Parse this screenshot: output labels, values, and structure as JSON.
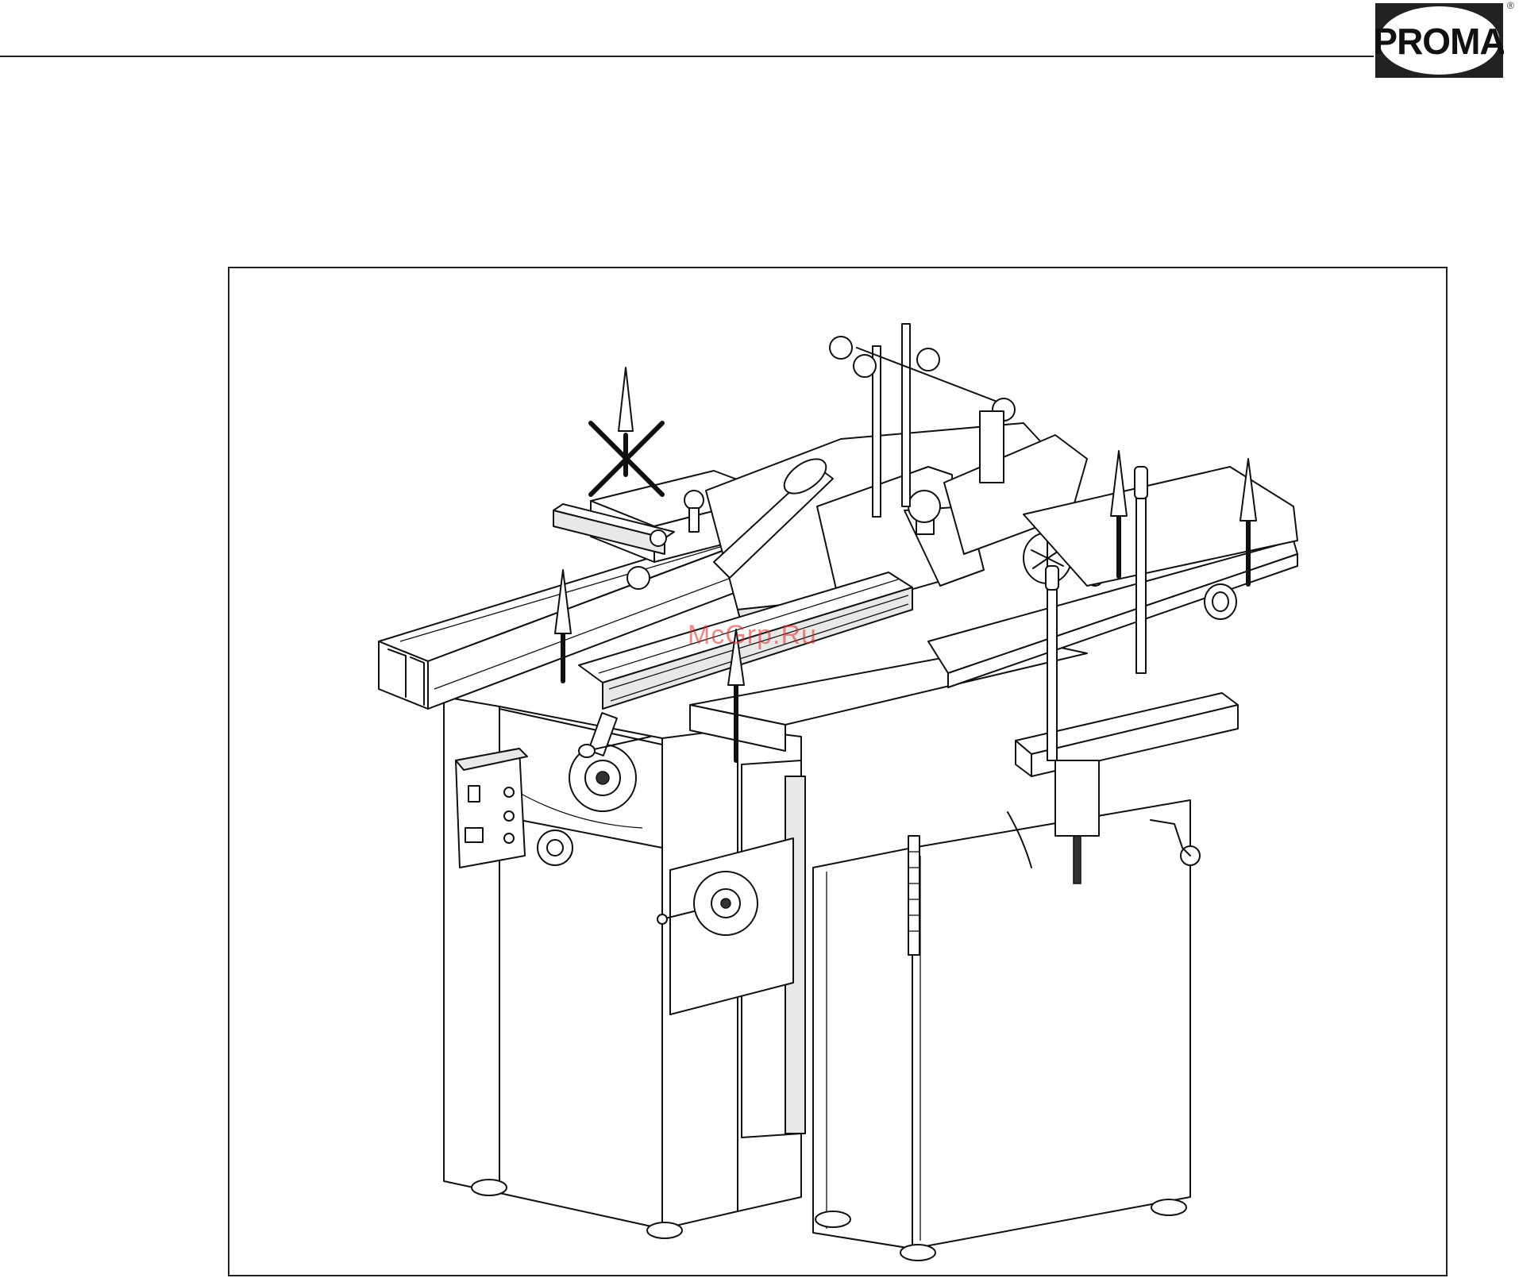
{
  "brand": {
    "logo_text": "PROMA",
    "registered_mark": "®"
  },
  "watermark": "McGrp.Ru",
  "figure": {
    "subject": "combination-woodworking-machine",
    "lift_arrows": [
      {
        "id": "arrow-crossed",
        "allowed": false
      },
      {
        "id": "arrow-left-table",
        "allowed": true
      },
      {
        "id": "arrow-center-table",
        "allowed": true
      },
      {
        "id": "arrow-right-1",
        "allowed": true
      },
      {
        "id": "arrow-right-2",
        "allowed": true
      }
    ]
  }
}
